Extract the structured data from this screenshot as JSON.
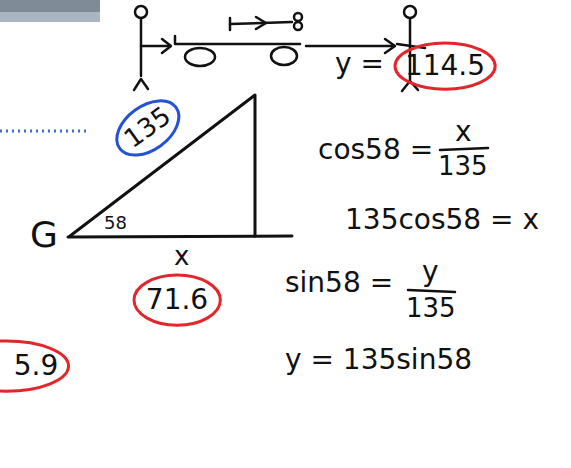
{
  "diagram": {
    "nodes": [
      {
        "text": [
          "114.5"
        ]
      },
      {
        "text": [
          "135"
        ]
      },
      {
        "text": [
          "71.6"
        ]
      },
      {
        "text": [
          "5.9"
        ]
      }
    ],
    "labels": [
      "y =",
      "G",
      "58",
      "x",
      "cos58 =",
      "x",
      "135",
      "135cos58 = x",
      "sin58 =",
      "y",
      "135",
      "y = 135sin58"
    ]
  }
}
